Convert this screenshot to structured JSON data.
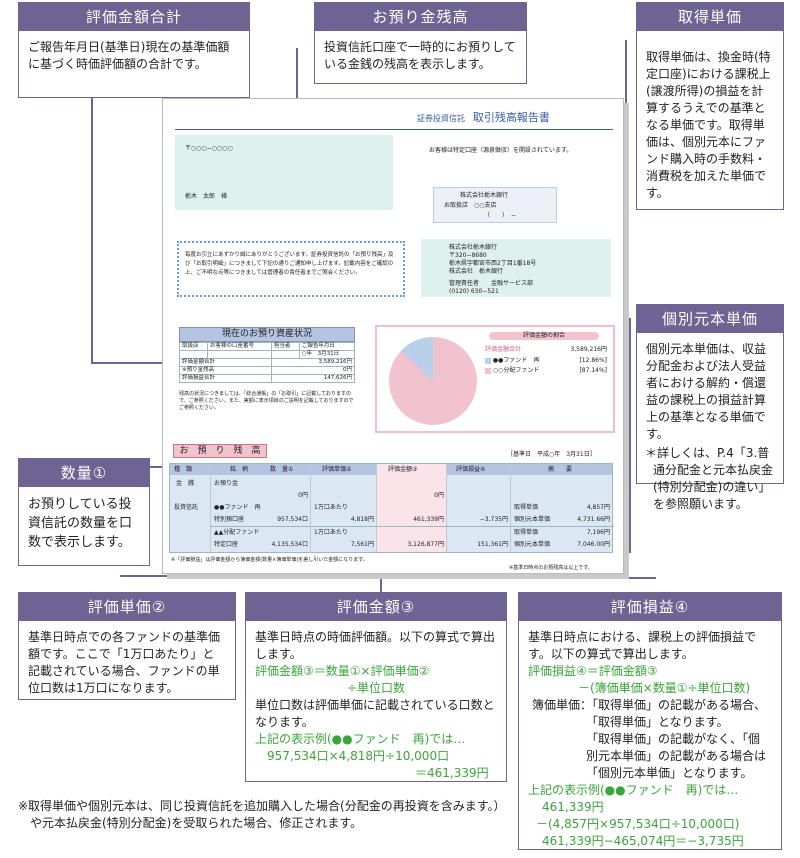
{
  "callouts": {
    "eval_total": {
      "title": "評価金額合計",
      "body": "ご報告年月日(基準日)現在の基準価額に基づく時価評価額の合計です。"
    },
    "balance": {
      "title": "お預り金残高",
      "body": "投資信託口座で一時的にお預りしている金銭の残高を表示します。"
    },
    "acq_price": {
      "title": "取得単価",
      "body": "取得単価は、換金時(特定口座)における課税上(譲渡所得)の損益を計算するうえでの基準となる単価です。取得単価は、個別元本にファンド購入時の手数料・消費税を加えた単価です。"
    },
    "principal": {
      "title": "個別元本単価",
      "body": "個別元本単価は、収益分配金および法人受益者における解約・償還益の課税上の損益計算上の基準となる単価です。",
      "note": "＊詳しくは、P.4「3.普通分配金と元本払戻金(特別分配金)の違い」を参照願います。"
    },
    "qty": {
      "title": "数量①",
      "body": "お預りしている投資信託の数量を口数で表示します。"
    },
    "unit": {
      "title": "評価単価②",
      "body": "基準日時点での各ファンドの基準価額です。ここで「1万口あたり」と記載されている場合、ファンドの単位口数は1万口になります。"
    },
    "amount": {
      "title": "評価金額③",
      "body1": "基準日時点の時価評価額。以下の算式で算出します。",
      "f1": "評価金額③＝数量①×評価単価②",
      "f2": "÷単位口数",
      "body2": "単位口数は評価単価に記載されている口数となります。",
      "ex1": "上記の表示例(●●ファンド　再)では…",
      "ex2": "957,534口×4,818円÷10,000口",
      "ex3": "＝461,339円"
    },
    "pl": {
      "title": "評価損益④",
      "body1": "基準日時点における、課税上の評価損益です。以下の算式で算出します。",
      "f1": "評価損益④＝評価金額③",
      "f2": "－(簿価単価×数量①÷単位口数)",
      "b1": "簿価単価：「取得単価」の記載がある場合、",
      "b2": "「取得単価」となります。",
      "b3": "「取得単価」の記載がなく、「個",
      "b4": "別元本単価」の記載がある場合は",
      "b5": "「個別元本単価」となります。",
      "ex1": "上記の表示例(●●ファンド　再)では…",
      "ex2": "461,339円",
      "ex3": "－(4,857円×957,534口÷10,000口)",
      "ex4": "461,339円−465,074円＝−3,735円"
    }
  },
  "footnote": "※取得単価や個別元本は、同じ投資信託を追加購入した場合(分配金の再投資を含みます。）や元本払戻金(特別分配金)を受取られた場合、修正されます。",
  "doc": {
    "subtitle": "証券投資信託",
    "title": "取引残高報告書",
    "postal": "〒○○○−○○○○",
    "name": "栃木　太郎　様",
    "account_note": "お客様は特定口座（源泉徴収）を開設されています。",
    "bank1": "株式会社栃木銀行",
    "bank2": "お取扱店　○○支店",
    "bank3": "（　　）　−",
    "greeting": "毎度お引立にあずかり誠にありがとうございます。証券投資信託の「お預り残高」及び「お取引明細」につきまして下記の通りご通知申し上げます。記載内容をご確認の上、ご不明な点等につきましては管理者の責任者までご照会ください。",
    "addr1": "株式会社栃木銀行",
    "addr2": "〒320−8680",
    "addr3": "栃木県宇都宮市西2丁目1番18号",
    "addr4": "株式会社　栃木銀行",
    "addr5": "管理責任者　　金融サービス部",
    "addr6": "(0120) 630−521",
    "status_title": "現在のお預り資産状況",
    "status_heads": [
      "取扱店",
      "お客様の口座番号",
      "担当者",
      "ご報告年月日"
    ],
    "status_date": "○年　3月31日",
    "s_rows": [
      [
        "評価金額合計",
        "3,589,216円"
      ],
      [
        "※預り金残高",
        "0円"
      ],
      [
        "評価損益合計",
        "147,626円"
      ]
    ],
    "status_note": "残高の状況につきましては、「総合通帳」の「お取引」に記載しておりますので、ご参照ください。また、実額に表示項目のご説明を記載しておりますのでご参照ください。",
    "pie_title": "評価金額の割合",
    "pie_total_label": "評価金額合計",
    "pie_total": "3,589,216円",
    "pie_items": [
      {
        "name": "●●ファンド　再",
        "pct": "[12.86%]",
        "color": "#b8d0ea"
      },
      {
        "name": "○○分配ファンド",
        "pct": "[87.14%]",
        "color": "#f1c3cf"
      }
    ],
    "hold_title": "お　預　り　残　高",
    "base_date": "［基準日　平成○年　3月31日］",
    "heads": [
      "種　類",
      "銘　柄",
      "数　量①",
      "評価単価②",
      "評価金額③",
      "評価損益④",
      "摘　　要"
    ],
    "r_cash": {
      "type": "金　銭",
      "name": "お預り金",
      "qty": "0円",
      "amt": "0円"
    },
    "r_type2": "投資信託",
    "f1": {
      "name": "●●ファンド　再",
      "name2": "特別預口座",
      "qty": "957,534口",
      "unit_label": "1万口あたり",
      "unit": "4,818円",
      "amt": "461,339円",
      "pl": "−3,735円",
      "acq_label": "取得単価",
      "acq": "4,857円",
      "prin_label": "個別元本単価",
      "prin": "4,731.66円"
    },
    "f2": {
      "name": "▲▲分配ファンド",
      "name2": "特定口座",
      "qty": "4,135,534口",
      "unit_label": "1万口あたり",
      "unit": "7,561円",
      "amt": "3,126,877円",
      "pl": "151,361円",
      "acq_label": "取得単価",
      "acq": "7,196円",
      "prin_label": "個別元本単価",
      "prin": "7,046.00円"
    },
    "bottom_note": "※「評価損益」は評価金額から簿価金額(数量×簿価単価)を差し引いた金額になります。",
    "bottom_note2": "※基準日時点のお預残高は以上です。"
  },
  "pie": {
    "pct_fund1": 12.86,
    "pct_fund2": 87.14
  }
}
